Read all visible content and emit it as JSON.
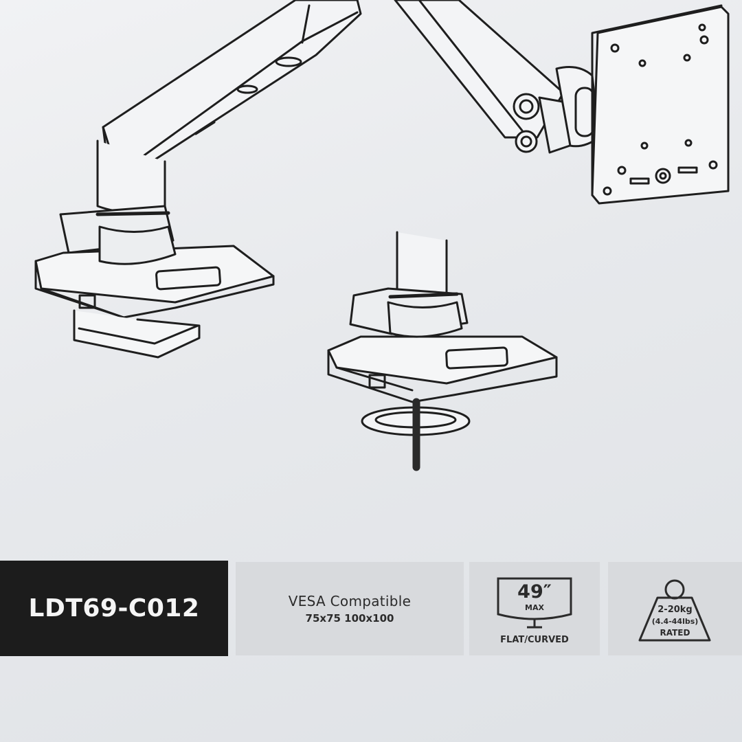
{
  "colors": {
    "background": "#e8eaed",
    "line_art": "#1e1e1e",
    "model_box": "#1c1c1c",
    "model_text": "#f5f5f5",
    "panel": "#d8dadd",
    "panel_text": "#2b2b2b"
  },
  "model": {
    "label": "LDT69-C012"
  },
  "vesa": {
    "title": "VESA Compatible",
    "sizes": "75x75 100x100"
  },
  "screen": {
    "size": "49″",
    "max_label": "MAX",
    "type": "FLAT/CURVED",
    "icon": "monitor-icon"
  },
  "weight": {
    "range_kg": "2-20kg",
    "range_lbs": "(4.4-44lbs)",
    "rated": "RATED",
    "icon": "weight-icon"
  }
}
